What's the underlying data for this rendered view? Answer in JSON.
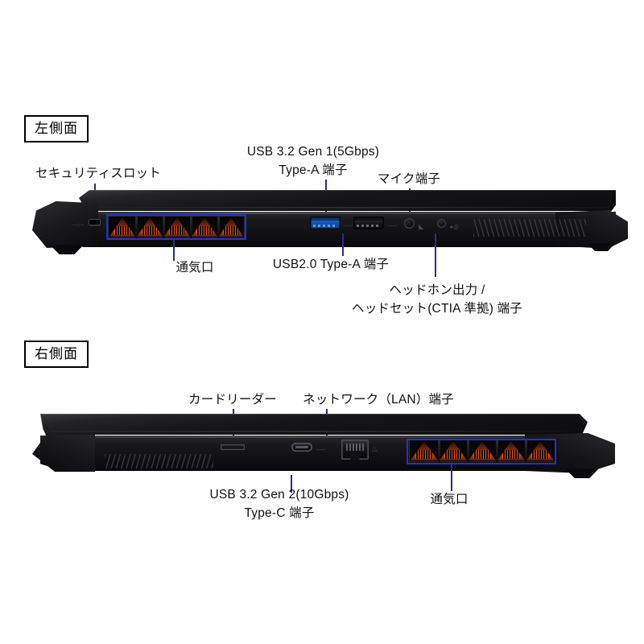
{
  "page": {
    "title": "ノートPC 側面インターフェース図",
    "background_color": "#ffffff",
    "text_color": "#111111",
    "leader_line_color": "#2b2b96",
    "highlight_color": "#2233cc"
  },
  "sections": [
    {
      "id": "left-side",
      "tag": "左側面"
    },
    {
      "id": "right-side",
      "tag": "右側面"
    }
  ],
  "left_side": {
    "tag": "左側面",
    "labels": {
      "security_slot": "セキュリティスロット",
      "usb32_gen1_line1": "USB 3.2 Gen 1(5Gbps)",
      "usb32_gen1_line2": "Type-A 端子",
      "mic_jack": "マイク端子",
      "vent": "通気口",
      "usb20": "USB2.0 Type-A 端子",
      "headphone_line1": "ヘッドホン出力 /",
      "headphone_line2": "ヘッドセット(CTIA 準拠) 端子"
    },
    "ports": [
      {
        "name": "security-slot",
        "icon": "kensington-lock-icon"
      },
      {
        "name": "vent-copper",
        "icon": "vent-icon",
        "highlighted": true
      },
      {
        "name": "usb-a-3-2-gen1",
        "icon": "usb-a-blue-icon",
        "color": "#1558b8"
      },
      {
        "name": "usb-a-2-0",
        "icon": "usb-a-black-icon"
      },
      {
        "name": "mic-jack",
        "icon": "audio-jack-icon"
      },
      {
        "name": "headphone-jack",
        "icon": "audio-jack-icon"
      }
    ]
  },
  "right_side": {
    "tag": "右側面",
    "labels": {
      "card_reader": "カードリーダー",
      "lan": "ネットワーク（LAN）端子",
      "usb32_gen2_line1": "USB 3.2 Gen 2(10Gbps)",
      "usb32_gen2_line2": "Type-C 端子",
      "vent": "通気口"
    },
    "ports": [
      {
        "name": "card-reader",
        "icon": "card-slot-icon"
      },
      {
        "name": "usb-c-3-2-gen2",
        "icon": "usb-c-icon"
      },
      {
        "name": "lan-rj45",
        "icon": "rj45-icon"
      },
      {
        "name": "vent-copper",
        "icon": "vent-icon",
        "highlighted": true
      }
    ]
  }
}
